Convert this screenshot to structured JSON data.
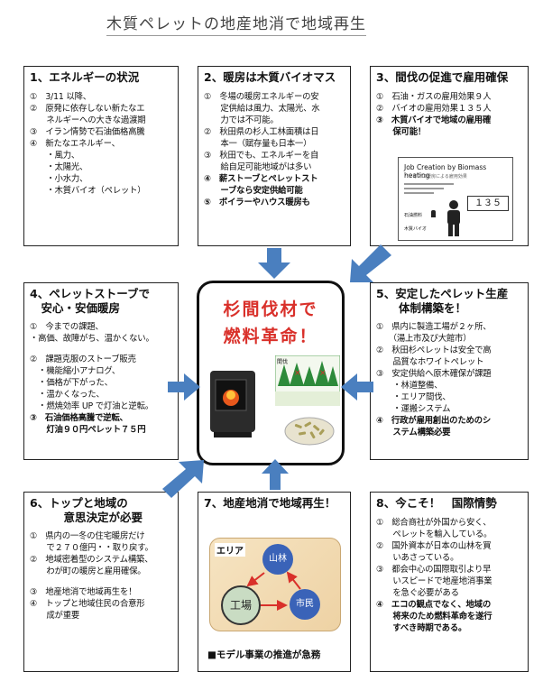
{
  "title": "木質ペレットの地産地消で地域再生",
  "boxes": [
    {
      "heading": "1、エネルギーの状況",
      "lines": [
        "①　3/11 以降、",
        "②　原発に依存しない新たなエ",
        "　　ネルギーへの大きな過渡期",
        "③　イラン情勢で石油価格高騰",
        "④　新たなエネルギー、",
        "　　・風力、",
        "　　・太陽光、",
        "　　・小水力、",
        "　　・木質バイオ（ペレット）"
      ]
    },
    {
      "heading": "2、暖房は木質バイオマス",
      "lines": [
        "①　冬場の暖房エネルギーの安",
        "　　定供給は風力、太陽光、水",
        "　　力では不可能。",
        "②　秋田県の杉人工林面積は日",
        "　　本一（賦存量も日本一）",
        "③　秋田でも、エネルギーを自",
        "　　給自足可能地域がは多い",
        "④　薪ストーブとペレットスト",
        "　　ーブなら安定供給可能",
        "⑤　ボイラーやハウス暖房も"
      ]
    },
    {
      "heading": "3、間伐の促進で雇用確保",
      "lines": [
        "①　石油・ガスの雇用効果９人",
        "②　バイオの雇用効果１３５人",
        "③　木質バイオで地域の雇用確",
        "　　保可能！"
      ]
    },
    {
      "heading": "4、ペレットストーブで\n　安心・安価暖房",
      "lines": [
        "①　今までの課題、",
        "・高価、故障がち、温かくない。",
        "",
        "②　課題克服のストーブ販売",
        "　・機能縮小アナログ、",
        "　・価格が下がった、",
        "　・温かくなった、",
        "　・燃焼効率 UP で灯油と逆転。",
        "③　石油価格高騰で逆転、",
        "　　灯油９０円ペレット７５円"
      ]
    },
    {
      "heading": "5、安定したペレット生産\n　　体制構築を！",
      "lines": [
        "①　県内に製造工場が２ヶ所、",
        "　　（湯上市及び大館市）",
        "②　秋田杉ペレットは安全で高",
        "　　品質なホワイトペレット",
        "③　安定供給へ原木確保が課題",
        "　　・林道整備、",
        "　　・エリア間伐、",
        "　　・運搬システム",
        "④　行政が雇用創出のためのシ",
        "　　ステム構築必要"
      ]
    },
    {
      "heading": "6、トップと地域の\n　　　意思決定が必要",
      "lines": [
        "①　県内の一冬の住宅暖房だけ",
        "　　で２７０億円・・取り戻す。",
        "②　地域密着型のシステム構築、",
        "　　わが町の暖房と雇用確保。",
        "",
        "③　地産地消で地域再生を！",
        "④　トップと地域住民の合意形",
        "　　成が重要"
      ]
    },
    {
      "heading": "7、地産地消で地域再生！",
      "lines": []
    },
    {
      "heading": "8、今こそ！　国際情勢",
      "lines": [
        "①　総合商社が外国から安く、",
        "　　ペレットを輸入している。",
        "②　国外資本が日本の山林を買",
        "　　いあさっている。",
        "③　都会中心の国際取引より早",
        "　　いスピードで地産地消事業",
        "　　を急ぐ必要がある",
        "④　エコの観点でなく、地域の",
        "　　将来のため燃料革命を遂行",
        "　　すべき時期である。"
      ]
    }
  ],
  "center": {
    "line1": "杉間伐材で",
    "line2": "燃料革命！",
    "sign_label": "間伐"
  },
  "job_image": {
    "title": "Job Creation by Biomass heating",
    "subtitle": "バイオマス暖房による雇用効果",
    "label1": "石油燃料",
    "label2": "木質バイオ",
    "count": "１３５"
  },
  "model": {
    "area_label": "エリア",
    "mountain": "山林",
    "factory": "工場",
    "citizen": "市民",
    "footer": "■モデル事業の推進が急務"
  }
}
